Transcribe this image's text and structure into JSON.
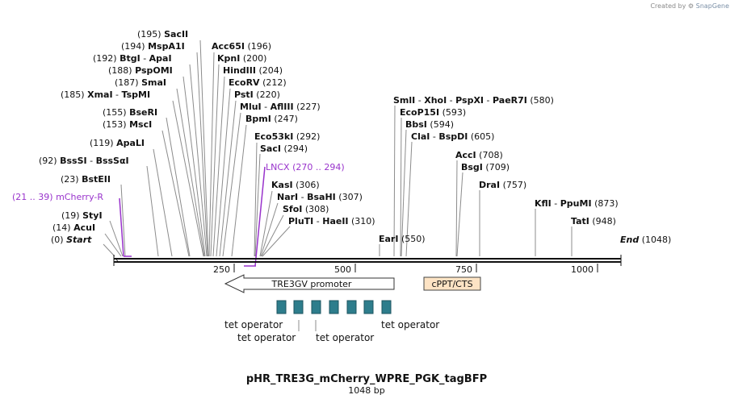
{
  "brand": {
    "created_by": "Created by",
    "app": "SnapGene"
  },
  "title": "pHR_TRE3G_mCherry_WPRE_PGK_tagBFP",
  "length_label": "1048 bp",
  "colors": {
    "feature_purple": "#9933cc",
    "promoter_fill": "#ffffff",
    "cppt_fill": "#fde3c4",
    "operator_fill": "#2e7d8c",
    "line": "#111111"
  },
  "ruler": {
    "ticks": [
      "250",
      "500",
      "750",
      "1000"
    ]
  },
  "sites": [
    {
      "pos": "(195)",
      "name": "SacII"
    },
    {
      "pos": "(194)",
      "name": "MspA1I"
    },
    {
      "pos": "(192)",
      "name": "BtgI",
      "name2": "ApaI"
    },
    {
      "pos": "(188)",
      "name": "PspOMI"
    },
    {
      "pos": "(187)",
      "name": "SmaI"
    },
    {
      "pos": "(185)",
      "name": "XmaI",
      "name2": "TspMI"
    },
    {
      "pos": "(155)",
      "name": "BseRI"
    },
    {
      "pos": "(153)",
      "name": "MscI"
    },
    {
      "pos": "(119)",
      "name": "ApaLI"
    },
    {
      "pos": "(92)",
      "name": "BssSI",
      "name2": "BssSαI"
    },
    {
      "pos": "(23)",
      "name": "BstEII"
    },
    {
      "pos": "(19)",
      "name": "StyI"
    },
    {
      "pos": "(14)",
      "name": "AcuI"
    },
    {
      "pos": "(0)",
      "name": "Start"
    },
    {
      "pos": "(196)",
      "name": "Acc65I"
    },
    {
      "pos": "(200)",
      "name": "KpnI"
    },
    {
      "pos": "(204)",
      "name": "HindIII"
    },
    {
      "pos": "(212)",
      "name": "EcoRV"
    },
    {
      "pos": "(220)",
      "name": "PstI"
    },
    {
      "pos": "(227)",
      "name": "MluI",
      "name2": "AflIII"
    },
    {
      "pos": "(247)",
      "name": "BpmI"
    },
    {
      "pos": "(292)",
      "name": "Eco53kI"
    },
    {
      "pos": "(294)",
      "name": "SacI"
    },
    {
      "pos": "(306)",
      "name": "KasI"
    },
    {
      "pos": "(307)",
      "name": "NarI",
      "name2": "BsaHI"
    },
    {
      "pos": "(308)",
      "name": "SfoI"
    },
    {
      "pos": "(310)",
      "name": "PluTI",
      "name2": "HaeII"
    },
    {
      "pos": "(580)",
      "name": "SmlI",
      "name2": "XhoI",
      "name3": "PspXI",
      "name4": "PaeR7I"
    },
    {
      "pos": "(593)",
      "name": "EcoP15I"
    },
    {
      "pos": "(594)",
      "name": "BbsI"
    },
    {
      "pos": "(605)",
      "name": "ClaI",
      "name2": "BspDI"
    },
    {
      "pos": "(550)",
      "name": "EarI"
    },
    {
      "pos": "(708)",
      "name": "AccI"
    },
    {
      "pos": "(709)",
      "name": "BsgI"
    },
    {
      "pos": "(757)",
      "name": "DraI"
    },
    {
      "pos": "(873)",
      "name": "KflI",
      "name2": "PpuMI"
    },
    {
      "pos": "(948)",
      "name": "TatI"
    },
    {
      "pos": "(1048)",
      "name": "End"
    }
  ],
  "features": {
    "lncx": {
      "name": "LNCX",
      "range": "(270 .. 294)"
    },
    "mcherry": {
      "name": "mCherry-R",
      "range": "(21 .. 39)"
    },
    "promoter": "TRE3GV promoter",
    "cppt": "cPPT/CTS",
    "operators": [
      "tet operator",
      "tet operator",
      "tet operator",
      "tet operator"
    ]
  }
}
